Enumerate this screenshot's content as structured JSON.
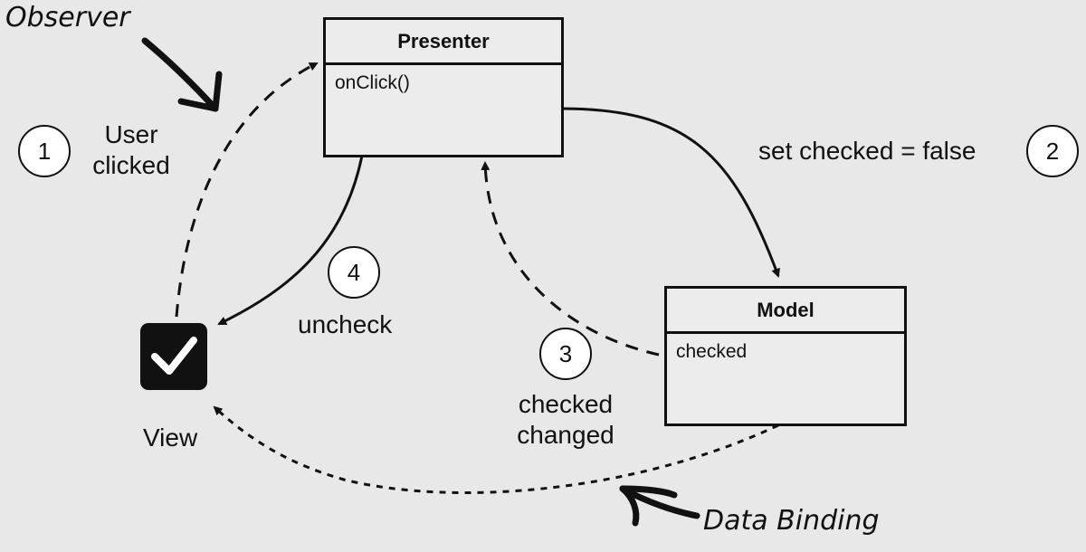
{
  "presenter": {
    "title": "Presenter",
    "method": "onClick()"
  },
  "model": {
    "title": "Model",
    "field": "checked"
  },
  "view": {
    "label": "View",
    "checkbox_icon": "checkmark-icon"
  },
  "steps": [
    {
      "number": "1",
      "text_line1": "User",
      "text_line2": "clicked"
    },
    {
      "number": "2",
      "text": "set checked = false"
    },
    {
      "number": "3",
      "text_line1": "checked",
      "text_line2": "changed"
    },
    {
      "number": "4",
      "text": "uncheck"
    }
  ],
  "annotations": {
    "observer": "Observer",
    "data_binding": "Data Binding"
  },
  "colors": {
    "background": "#e8e8e8",
    "ink": "#111111"
  }
}
